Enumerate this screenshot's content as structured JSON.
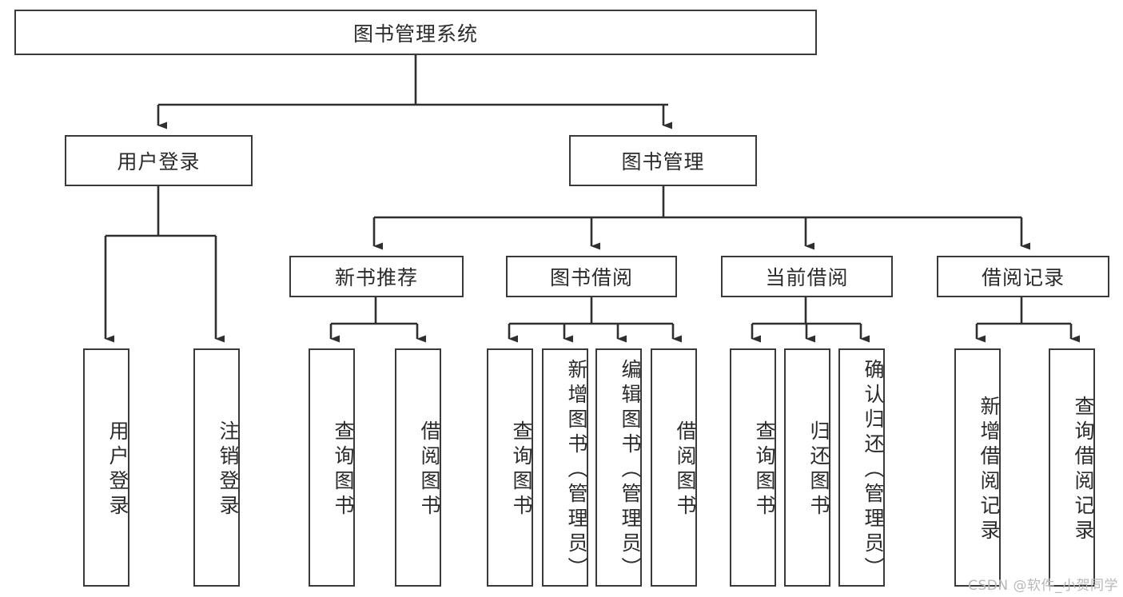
{
  "diagram": {
    "type": "tree-hierarchy",
    "title": "图书管理系统",
    "root": {
      "label": "图书管理系统"
    },
    "level2": [
      {
        "label": "用户登录"
      },
      {
        "label": "图书管理"
      }
    ],
    "level3": [
      {
        "label": "新书推荐"
      },
      {
        "label": "图书借阅"
      },
      {
        "label": "当前借阅"
      },
      {
        "label": "借阅记录"
      }
    ],
    "leaves": {
      "user_login": [
        {
          "label": "用户登录"
        },
        {
          "label": "注销登录"
        }
      ],
      "new_book_recommend": [
        {
          "label": "查询图书"
        },
        {
          "label": "借阅图书"
        }
      ],
      "book_borrow": [
        {
          "label": "查询图书"
        },
        {
          "label": "新增图书（管理员）"
        },
        {
          "label": "编辑图书（管理员）"
        },
        {
          "label": "借阅图书"
        }
      ],
      "current_borrow": [
        {
          "label": "查询图书"
        },
        {
          "label": "归还图书"
        },
        {
          "label": "确认归还（管理员）"
        }
      ],
      "borrow_record": [
        {
          "label": "新增借阅记录"
        },
        {
          "label": "查询借阅记录"
        }
      ]
    }
  },
  "watermark": {
    "text": "CSDN @软件_小贺同学"
  },
  "colors": {
    "border": "#3a3a3a",
    "text": "#2b2b2b",
    "background": "#ffffff",
    "connector": "#2f2f2f",
    "watermark": "#b8b8b8"
  }
}
